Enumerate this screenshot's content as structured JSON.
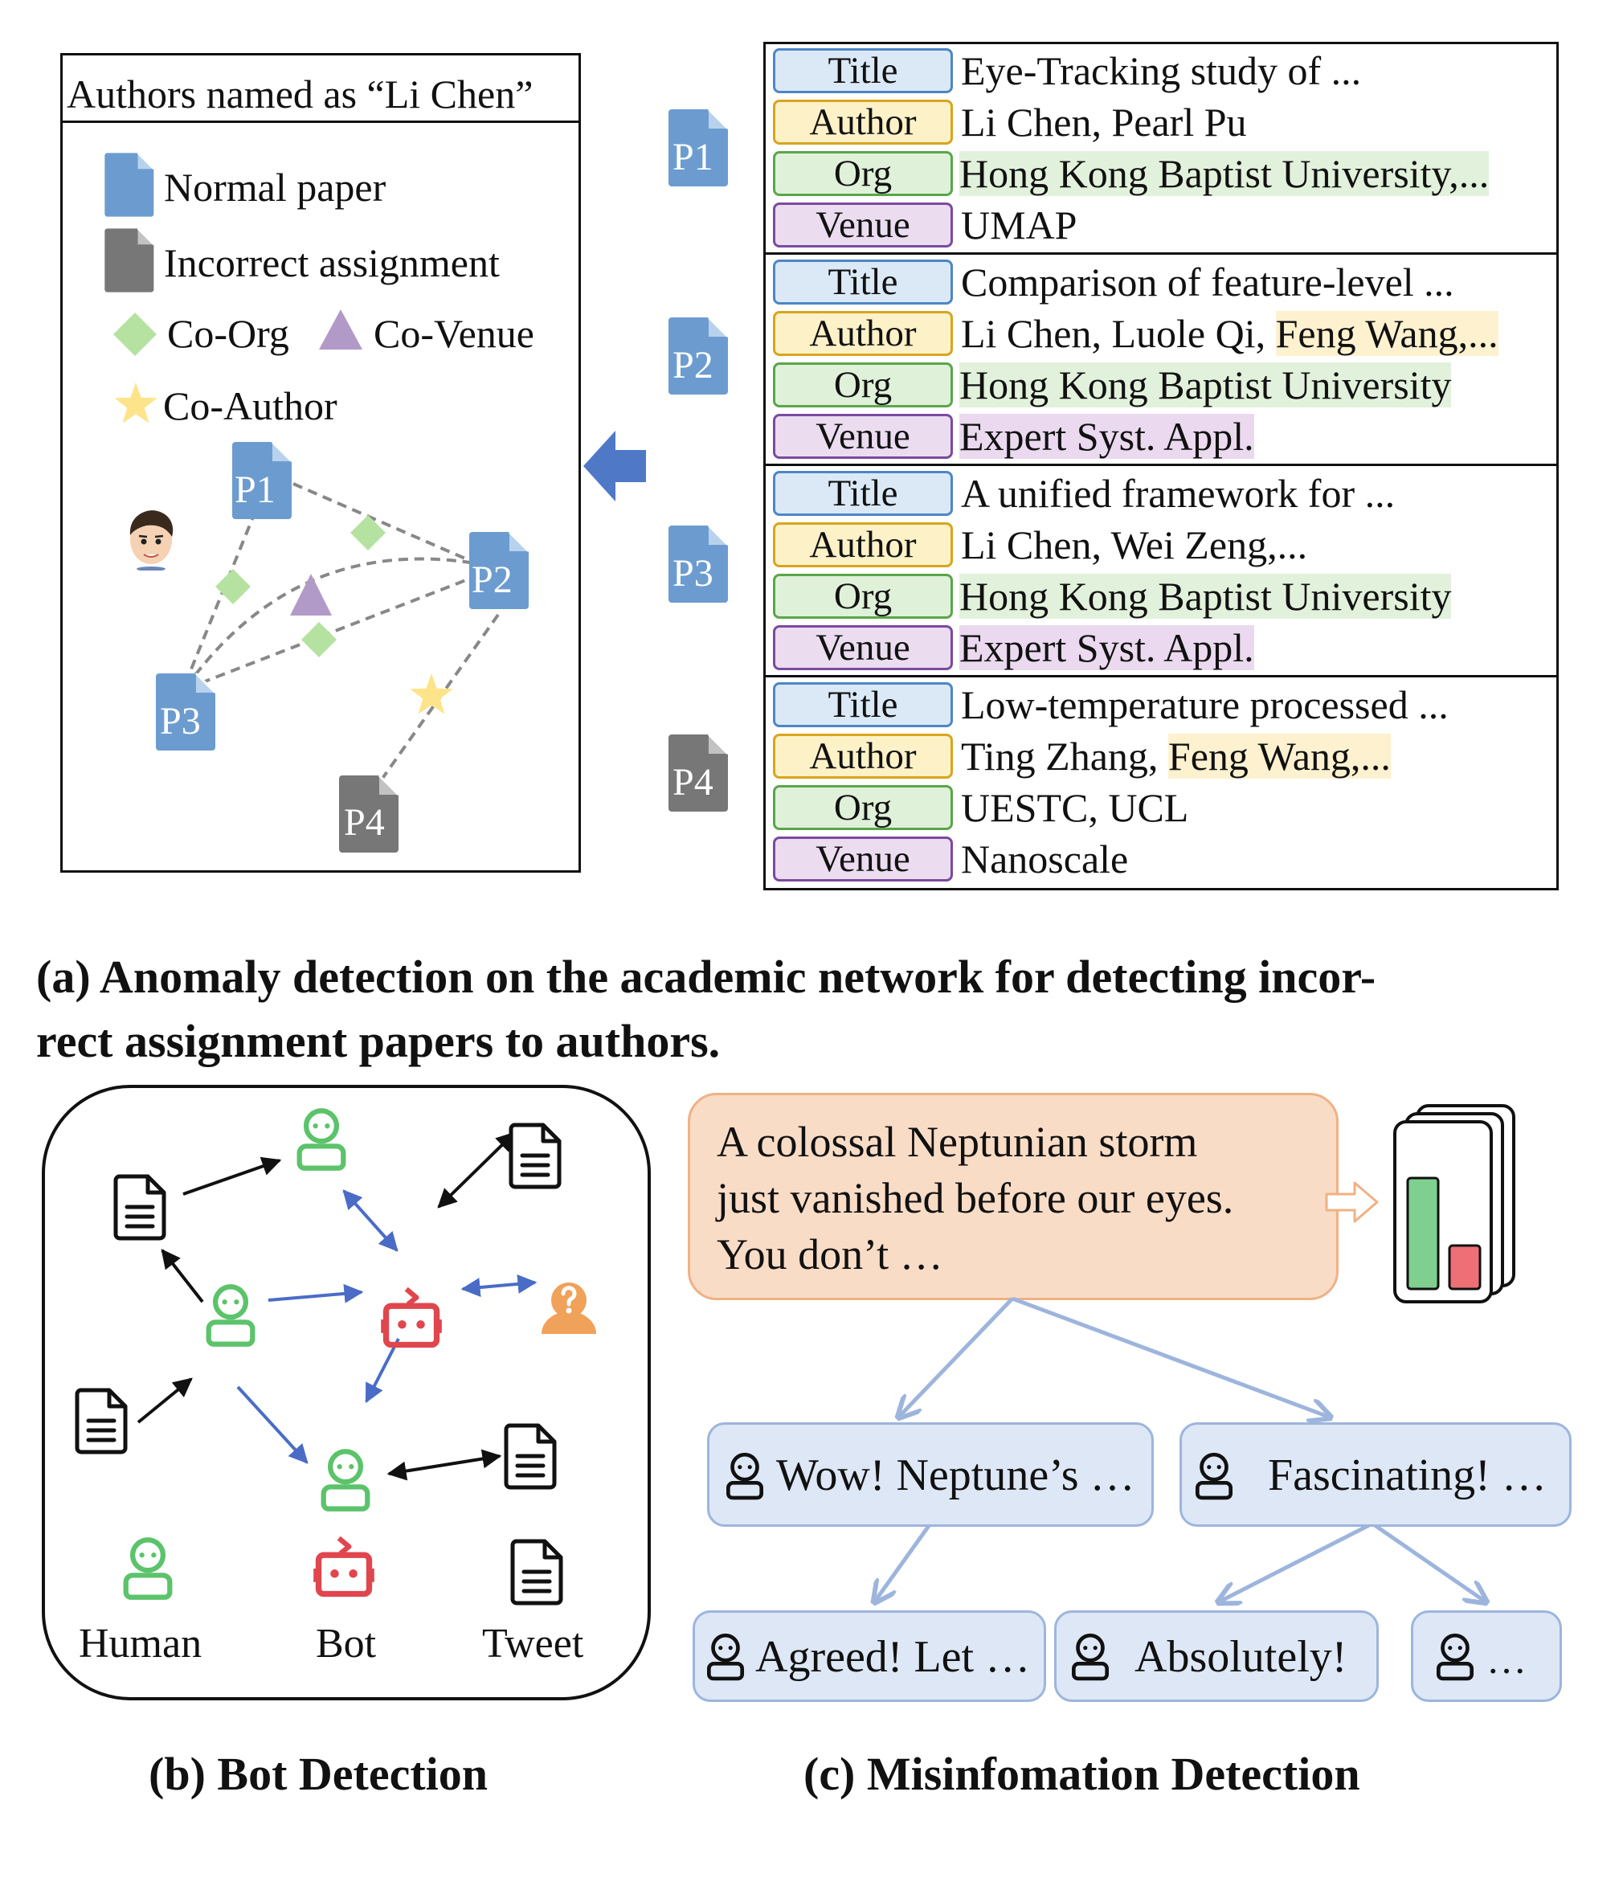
{
  "panel_a": {
    "authors_box_title": "Authors named as “Li Chen”",
    "legend": {
      "normal": "Normal paper",
      "incorrect": "Incorrect assignment",
      "co_org": "Co-Org",
      "co_venue": "Co-Venue",
      "co_author": "Co-Author"
    },
    "graph_nodes": [
      "P1",
      "P2",
      "P3",
      "P4"
    ],
    "papers": [
      {
        "id": "P1",
        "title": "Eye-Tracking study of ...",
        "author": "Li Chen, Pearl Pu",
        "org": "Hong Kong Baptist University,...",
        "venue": "UMAP"
      },
      {
        "id": "P2",
        "title": "Comparison of feature-level ...",
        "author_plain": "Li Chen, Luole Qi, ",
        "author_hl": "Feng Wang,...",
        "org": "Hong Kong Baptist University",
        "venue": "Expert Syst. Appl."
      },
      {
        "id": "P3",
        "title": "A unified framework for ...",
        "author": "Li Chen, Wei Zeng,...",
        "org": "Hong Kong Baptist University",
        "venue": "Expert Syst. Appl."
      },
      {
        "id": "P4",
        "title": "Low-temperature processed ...",
        "author_plain": "Ting Zhang, ",
        "author_hl": "Feng Wang,...",
        "org": "UESTC, UCL",
        "venue": "Nanoscale"
      }
    ],
    "field_labels": {
      "title": "Title",
      "author": "Author",
      "org": "Org",
      "venue": "Venue"
    },
    "caption_line1": "(a) Anomaly detection on the academic network for detecting incor-",
    "caption_line2": "rect assignment papers to authors."
  },
  "panel_b": {
    "legend_human": "Human",
    "legend_bot": "Bot",
    "legend_tweet": "Tweet",
    "caption": "(b) Bot Detection"
  },
  "panel_c": {
    "root_line1": "A colossal Neptunian storm",
    "root_line2": "just vanished before our eyes.",
    "root_line3": "You don’t …",
    "reply1": "Wow! Neptune’s …",
    "reply2": "Fascinating! …",
    "reply3": "Agreed! Let …",
    "reply4": "Absolutely!",
    "reply5": "…",
    "caption": "(c) Misinfomation Detection"
  },
  "colors": {
    "paper_blue": "#6c9ccf",
    "paper_gray": "#7a7a7a",
    "human_green": "#5cc36b",
    "bot_red": "#e0464d",
    "unknown_orange": "#f0a15a",
    "edge_blue": "#4a6cc7"
  }
}
